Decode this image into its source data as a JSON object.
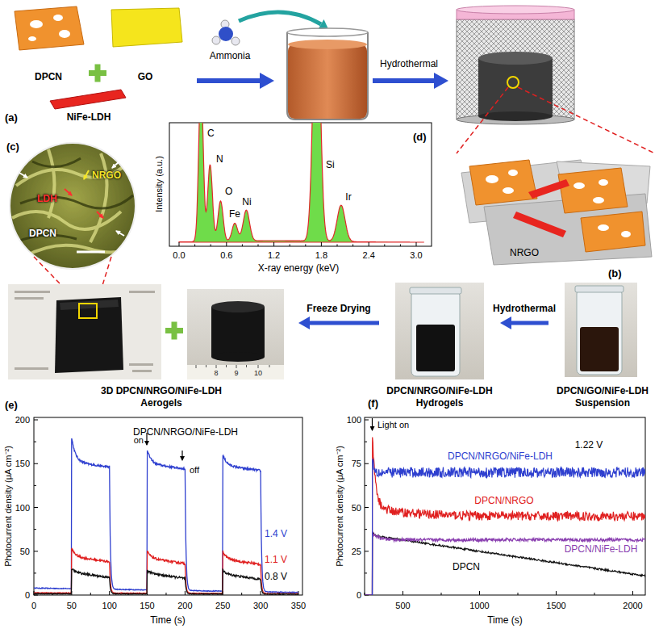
{
  "diagram": {
    "nodes": [
      {
        "text": [
          "DPCN"
        ]
      },
      {
        "text": [
          "GO"
        ]
      },
      {
        "text": [
          "NiFe-LDH"
        ]
      },
      {
        "text": [
          "3D DPCN/NRGO/NiFe-LDH Aerogels"
        ]
      },
      {
        "text": [
          "DPCN/NRGO/NiFe-LDH Hydrogels"
        ]
      },
      {
        "text": [
          "DPCN/GO/NiFe-LDH Suspension"
        ]
      }
    ],
    "edges": [
      {
        "from": 5,
        "to": 4,
        "label": "Hydrothermal",
        "arrow": "to"
      },
      {
        "from": 4,
        "to": 3,
        "label": "Freeze Drying",
        "arrow": "to"
      }
    ],
    "labels": [
      "(a)",
      "Ammonia",
      "Hydrothermal",
      "(c)",
      "NRGO",
      "LDH",
      "DPCN",
      "C",
      "N",
      "O",
      "Fe",
      "Ni",
      "Si",
      "Ir",
      "(d)",
      "Intensity (a.u.)",
      "0.0",
      "0.6",
      "1.2",
      "1.8",
      "2.4",
      "3.0",
      "X-ray energy (keV)",
      "NRGO",
      "(b)",
      "8",
      "9",
      "10",
      "(e)",
      "DPCN/NRGO/NiFe-LDH",
      "on",
      "off",
      "1.4 V",
      "1.1 V",
      "0.8 V",
      "0",
      "50",
      "100",
      "150",
      "200",
      "0",
      "50",
      "100",
      "150",
      "200",
      "250",
      "300",
      "350",
      "Time (s)",
      "Photocurrent density (μA cm⁻²)",
      "(f)",
      "Light on",
      "1.22 V",
      "DPCN/NRGO/NiFe-LDH",
      "DPCN/NRGO",
      "DPCN/NiFe-LDH",
      "DPCN",
      "0",
      "25",
      "50",
      "75",
      "100",
      "500",
      "1000",
      "1500",
      "2000",
      "Time (s)",
      "Photocurrent density (μA cm⁻²)"
    ]
  }
}
